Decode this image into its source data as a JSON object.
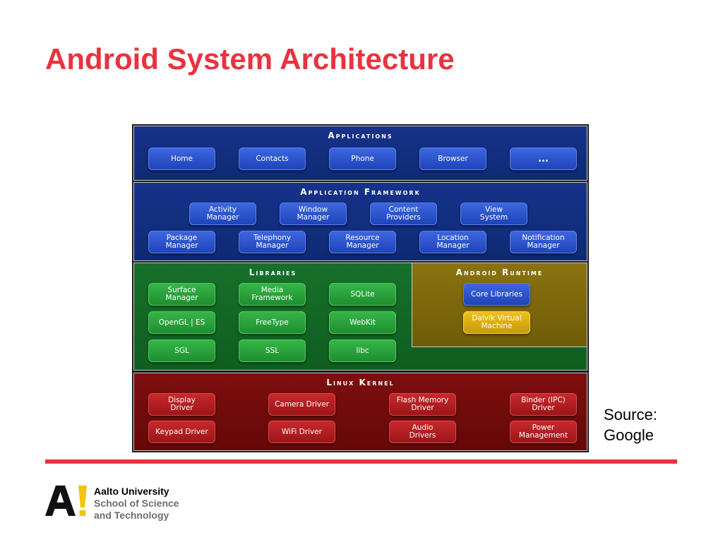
{
  "title": "Android System Architecture",
  "source": "Source:\nGoogle",
  "university": {
    "line1": "Aalto University",
    "line2": "School of Science",
    "line3": "and Technology",
    "mark": "A!"
  },
  "colors": {
    "accent": "#e8333f",
    "applications_layer": "#16328a",
    "framework_layer": "#16328a",
    "libraries_layer": "#17702a",
    "runtime_layer": "#8a7210",
    "kernel_layer": "#7e0e0e",
    "logo_yellow": "#f5c400"
  },
  "diagram": {
    "applications": {
      "title": "Applications",
      "items": [
        "Home",
        "Contacts",
        "Phone",
        "Browser",
        "..."
      ]
    },
    "framework": {
      "title": "Application Framework",
      "row1": [
        "Activity Manager",
        "Window\nManager",
        "Content\nProviders",
        "View\nSystem"
      ],
      "row2": [
        "Package Manager",
        "Telephony\nManager",
        "Resource\nManager",
        "Location\nManager",
        "Notification\nManager"
      ]
    },
    "libraries": {
      "title": "Libraries",
      "items": [
        "Surface Manager",
        "Media\nFramework",
        "SQLite",
        "OpenGL | ES",
        "FreeType",
        "WebKit",
        "SGL",
        "SSL",
        "libc"
      ]
    },
    "runtime": {
      "title": "Android Runtime",
      "items": [
        "Core Libraries",
        "Dalvik Virtual\nMachine"
      ]
    },
    "kernel": {
      "title": "Linux Kernel",
      "items": [
        "Display\nDriver",
        "Camera Driver",
        "Flash Memory\nDriver",
        "Binder (IPC)\nDriver",
        "Keypad Driver",
        "WiFi Driver",
        "Audio\nDrivers",
        "Power\nManagement"
      ]
    }
  }
}
